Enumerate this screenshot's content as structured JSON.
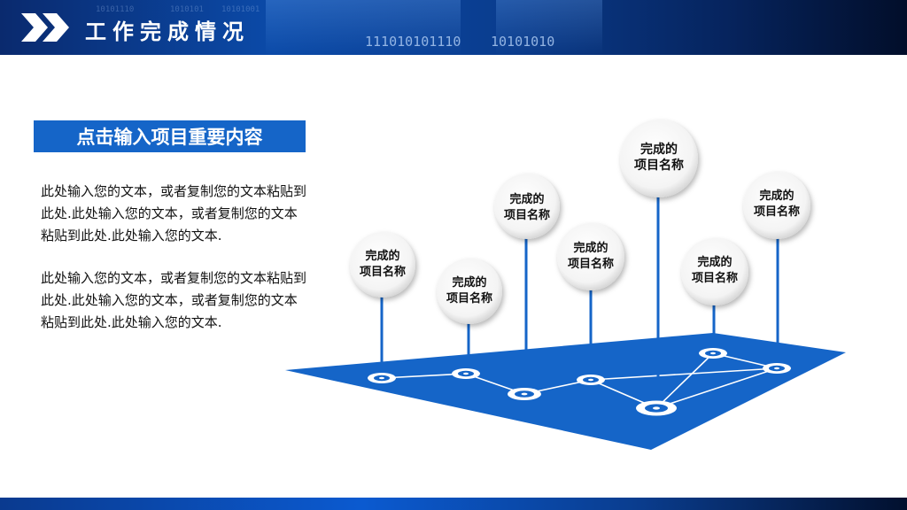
{
  "header": {
    "title": "工作完成情况",
    "code_big_1": "111010101110",
    "code_big_2": "10101010",
    "code_small_1": "10101110",
    "code_small_2": "1010101",
    "code_small_3": "10101001",
    "brand_color": "#0b4aa8"
  },
  "section": {
    "heading": "点击输入项目重要内容",
    "paragraph_1": "此处输入您的文本，或者复制您的文本粘贴到此处.此处输入您的文本，或者复制您的文本粘贴到此处.此处输入您的文本.",
    "paragraph_2": "此处输入您的文本，或者复制您的文本粘贴到此处.此处输入您的文本，或者复制您的文本粘贴到此处.此处输入您的文本."
  },
  "diagram": {
    "platform_color": "#1565c8",
    "items": [
      {
        "line1": "完成的",
        "line2": "项目名称"
      },
      {
        "line1": "完成的",
        "line2": "项目名称"
      },
      {
        "line1": "完成的",
        "line2": "项目名称"
      },
      {
        "line1": "完成的",
        "line2": "项目名称"
      },
      {
        "line1": "完成的",
        "line2": "项目名称"
      },
      {
        "line1": "完成的",
        "line2": "项目名称"
      },
      {
        "line1": "完成的",
        "line2": "项目名称"
      }
    ]
  }
}
